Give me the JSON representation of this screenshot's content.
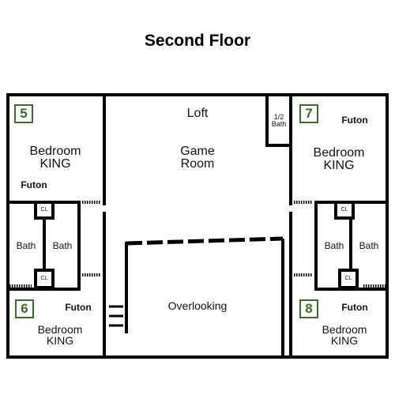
{
  "title": "Second Floor",
  "rooms": {
    "loft": "Loft",
    "game_room": "Game\nRoom",
    "half_bath": "1/2\nBath",
    "overlooking": "Overlooking",
    "bedroom_5": {
      "number": "5",
      "label": "Bedroom\nKING",
      "futon": "Futon"
    },
    "bedroom_6": {
      "number": "6",
      "label": "Bedroom\nKING",
      "futon": "Futon"
    },
    "bedroom_7": {
      "number": "7",
      "label": "Bedroom\nKING",
      "futon": "Futon"
    },
    "bedroom_8": {
      "number": "8",
      "label": "Bedroom\nKING",
      "futon": "Futon"
    },
    "bath_left_a": "Bath",
    "bath_left_b": "Bath",
    "bath_right_a": "Bath",
    "bath_right_b": "Bath",
    "closet": "CL"
  },
  "colors": {
    "wall": "#000000",
    "room_number": "#3d6b2a"
  }
}
